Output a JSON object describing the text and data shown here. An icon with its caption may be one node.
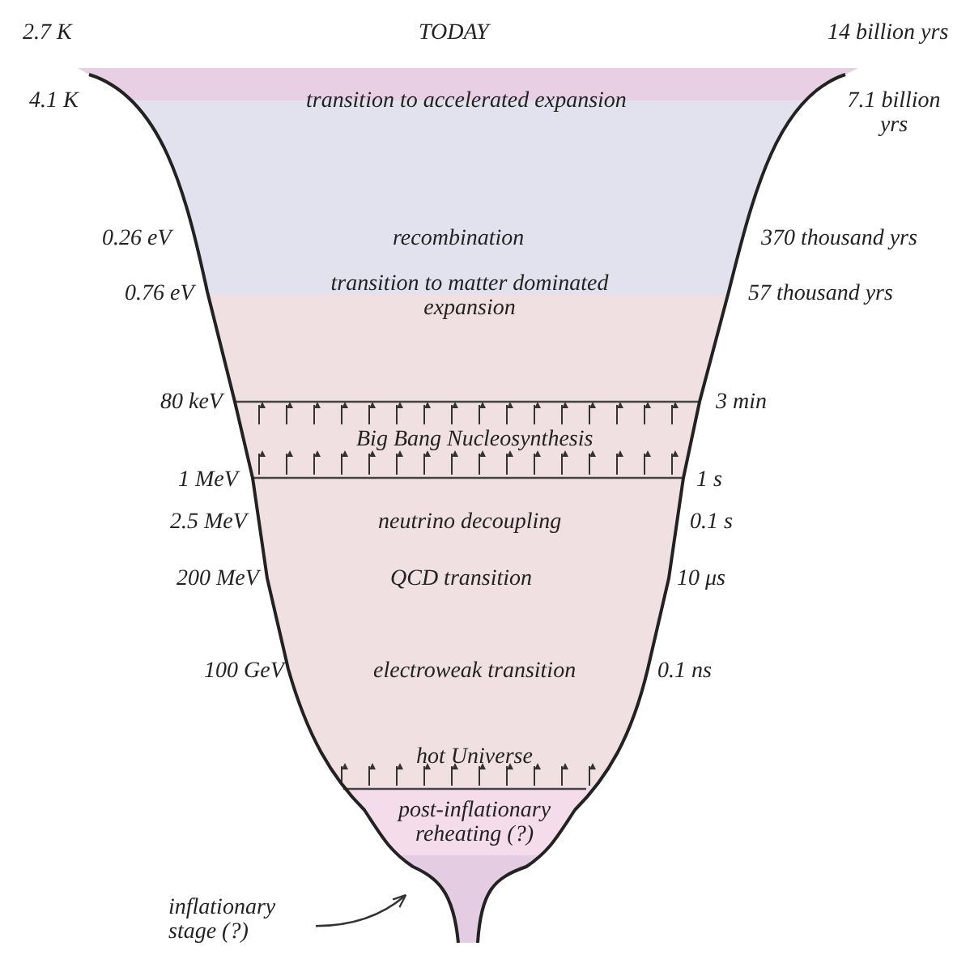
{
  "diagram": {
    "nodes": [
      {
        "text": [
          "inflationary stage (?)"
        ]
      },
      {
        "text": [],
        "shape": "bulb"
      }
    ],
    "edges": [
      {
        "from": 0,
        "to": 1,
        "arrow": "to"
      }
    ],
    "labels": [
      "2.7 K",
      "TODAY",
      "14 billion yrs",
      "4.1 K",
      "transition to accelerated expansion",
      "7.1 billion yrs",
      "0.26 eV",
      "recombination",
      "370 thousand yrs",
      "0.76 eV",
      "transition to matter dominated expansion",
      "57 thousand yrs",
      "80 keV",
      "3 min",
      "Big Bang Nucleosynthesis",
      "1 MeV",
      "1 s",
      "2.5 MeV",
      "neutrino decoupling",
      "0.1 s",
      "200 MeV",
      "QCD transition",
      "10 μs",
      "100 GeV",
      "electroweak transition",
      "0.1 ns",
      "hot Universe",
      "post-inflationary reheating (?)"
    ]
  }
}
